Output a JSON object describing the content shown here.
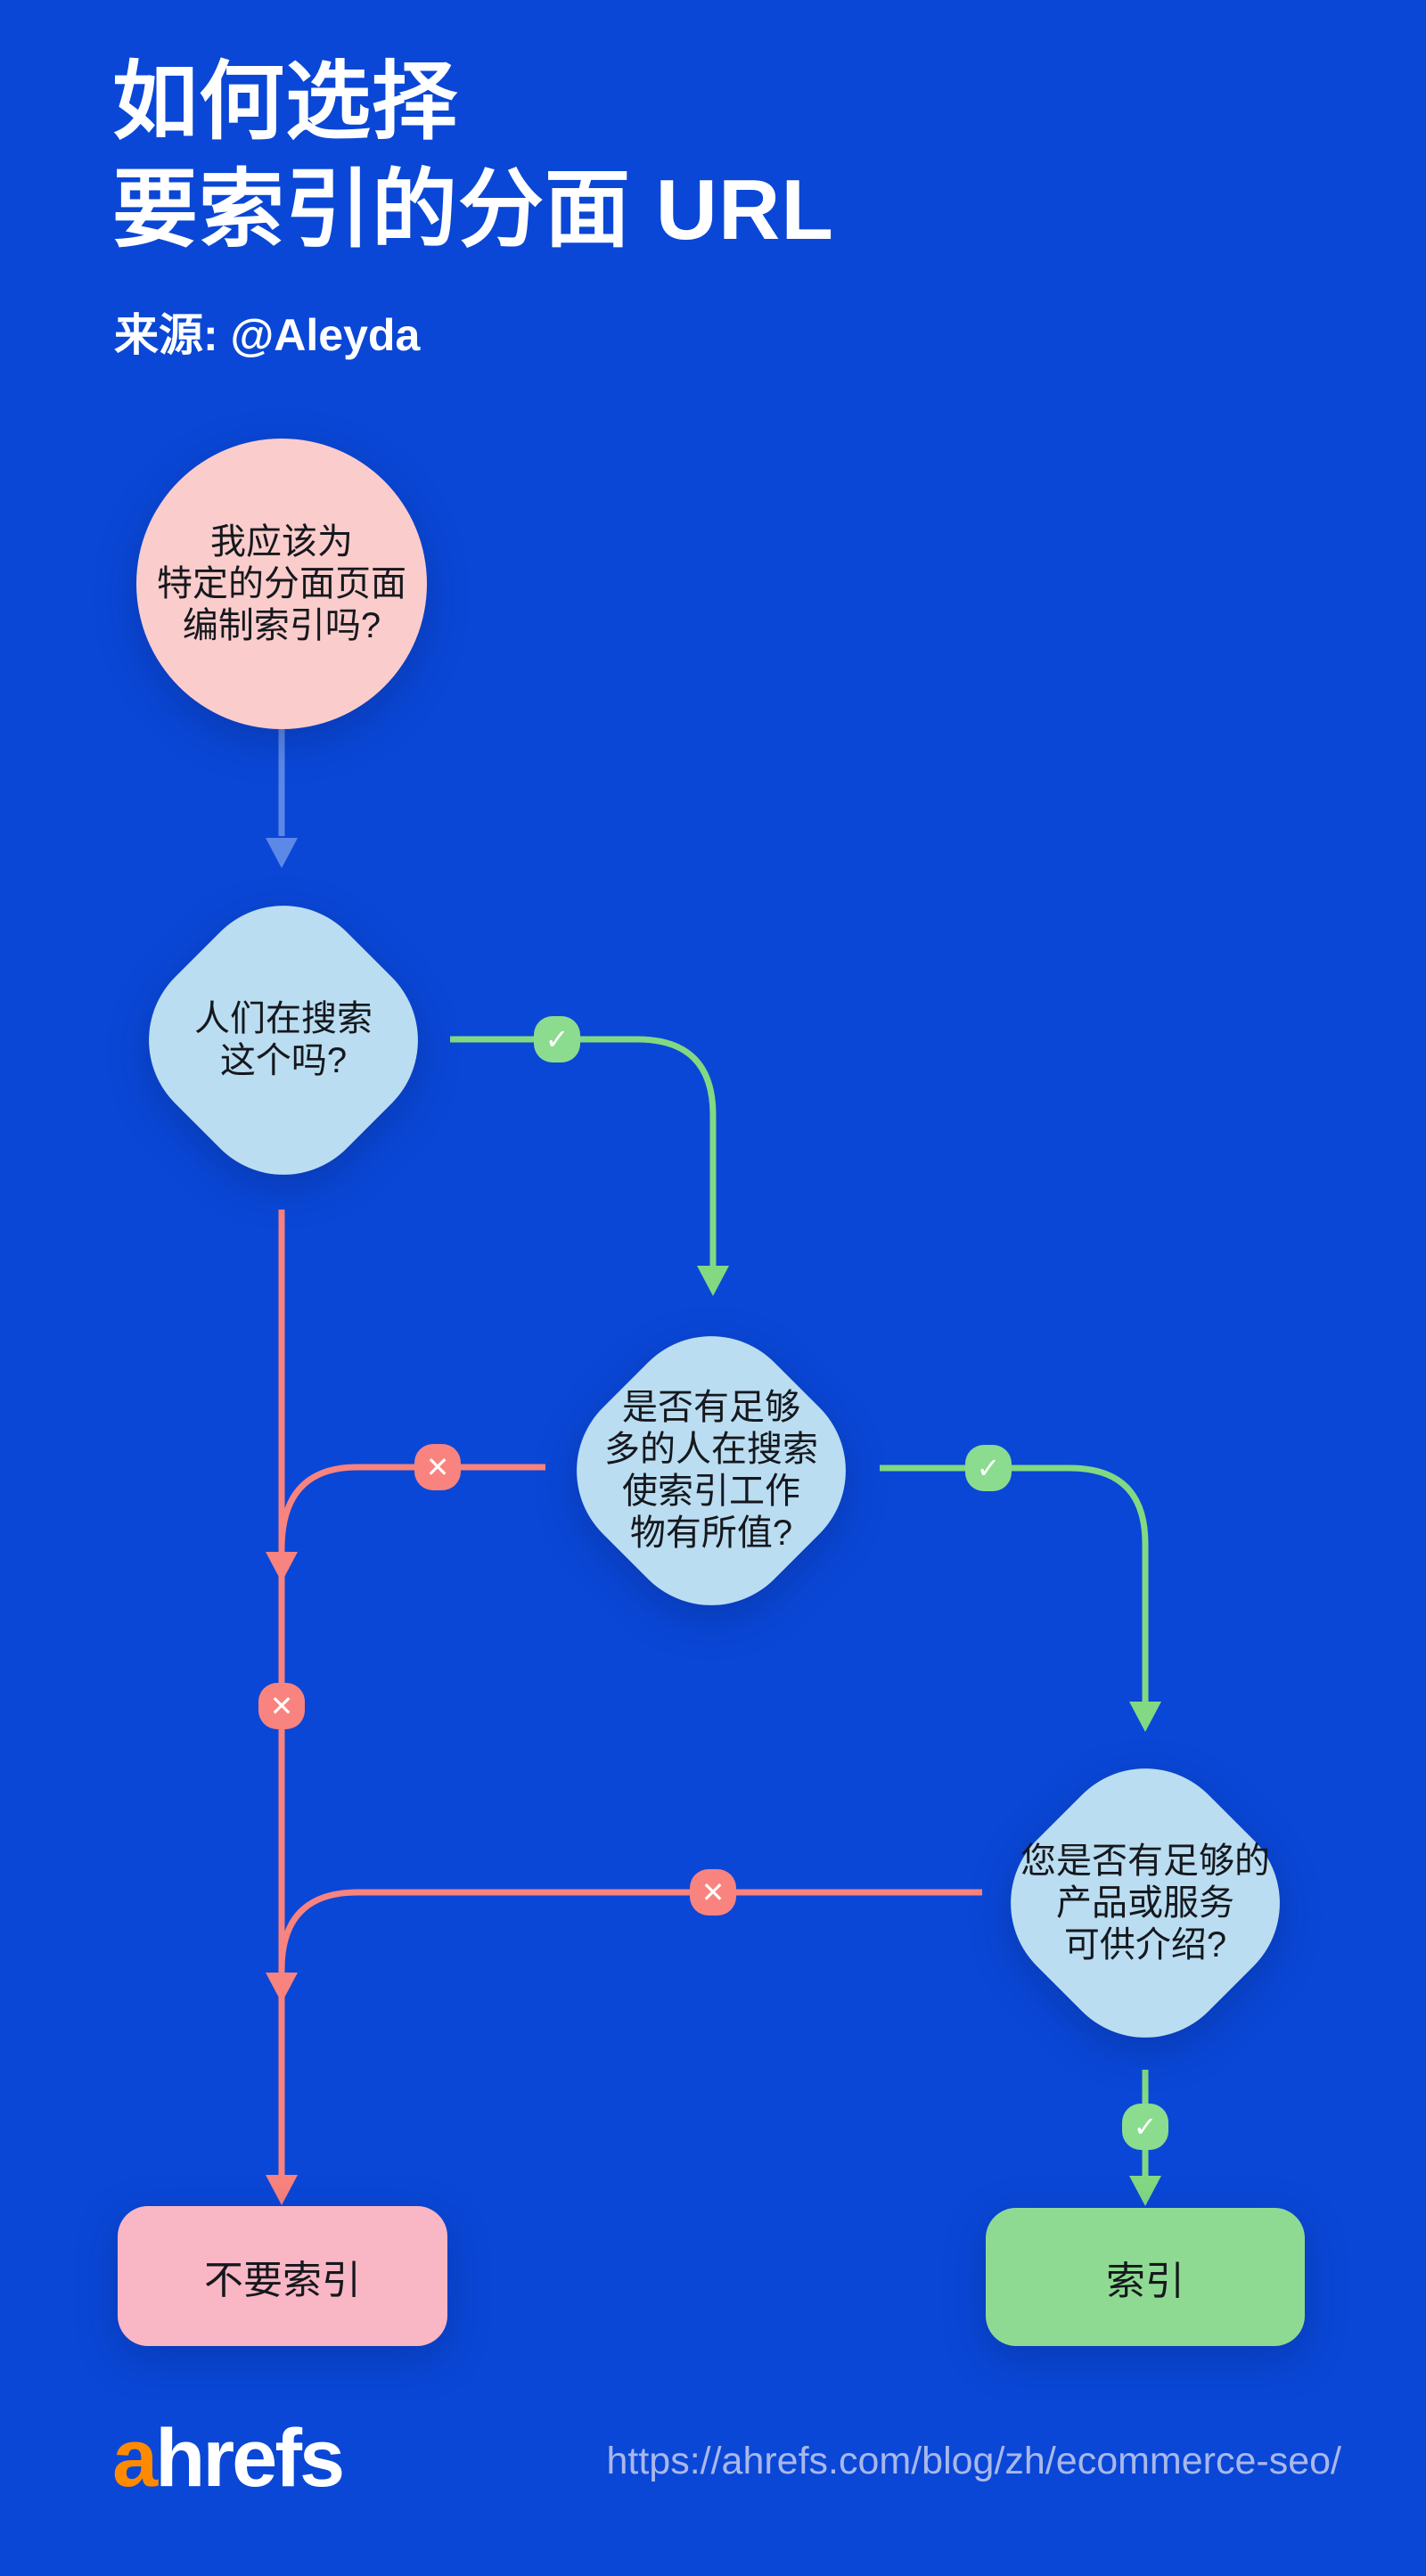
{
  "header": {
    "title": "如何选择\n要索引的分面 URL",
    "source": "来源: @Aleyda"
  },
  "flowchart": {
    "start": {
      "text": "我应该为\n特定的分面页面\n编制索引吗?"
    },
    "q1": {
      "text": "人们在搜索\n这个吗?"
    },
    "q2": {
      "text": "是否有足够\n多的人在搜索\n使索引工作\n物有所值?"
    },
    "q3": {
      "text": "您是否有足够的\n产品或服务\n可供介绍?"
    },
    "end_no": {
      "label": "不要索引"
    },
    "end_yes": {
      "label": "索引"
    },
    "icons": {
      "yes_icon": "✓",
      "no_icon": "✕"
    }
  },
  "footer": {
    "logo_accent": "a",
    "logo_rest": "hrefs",
    "url": "https://ahrefs.com/blog/zh/ecommerce-seo/"
  },
  "colors": {
    "background": "#0A47D6",
    "title_text": "#FFFFFF",
    "node_text": "#15181D",
    "connector_blue": "#5C88E8",
    "yes_green": "#82D982",
    "no_red": "#F9837E",
    "yes_badge": "#8BDC8E",
    "no_badge": "#F9837E",
    "node_blue": "#BADDF1",
    "start_pink": "#FACCCC",
    "end_pink": "#F9B6C4",
    "end_green": "#8FDA92",
    "url_text": "#A9B8EA",
    "logo_orange": "#FF8A00",
    "logo_text": "#FFFFFF"
  }
}
